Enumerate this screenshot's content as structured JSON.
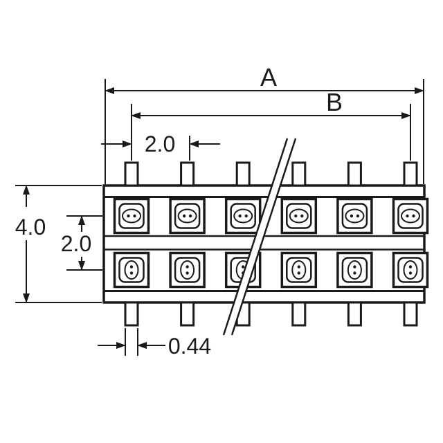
{
  "drawing": {
    "type": "connector-dimension-drawing",
    "labels": {
      "overall_width": "A",
      "pin_span": "B",
      "pin_pitch": "2.0",
      "body_height": "4.0",
      "row_pitch": "2.0",
      "pin_width": "0.44"
    },
    "colors": {
      "line": "#1a1a1a",
      "background": "#ffffff"
    },
    "features": {
      "visible_positions_per_row": 6,
      "rows": 2,
      "break_line": "diagonal continuation break"
    }
  }
}
